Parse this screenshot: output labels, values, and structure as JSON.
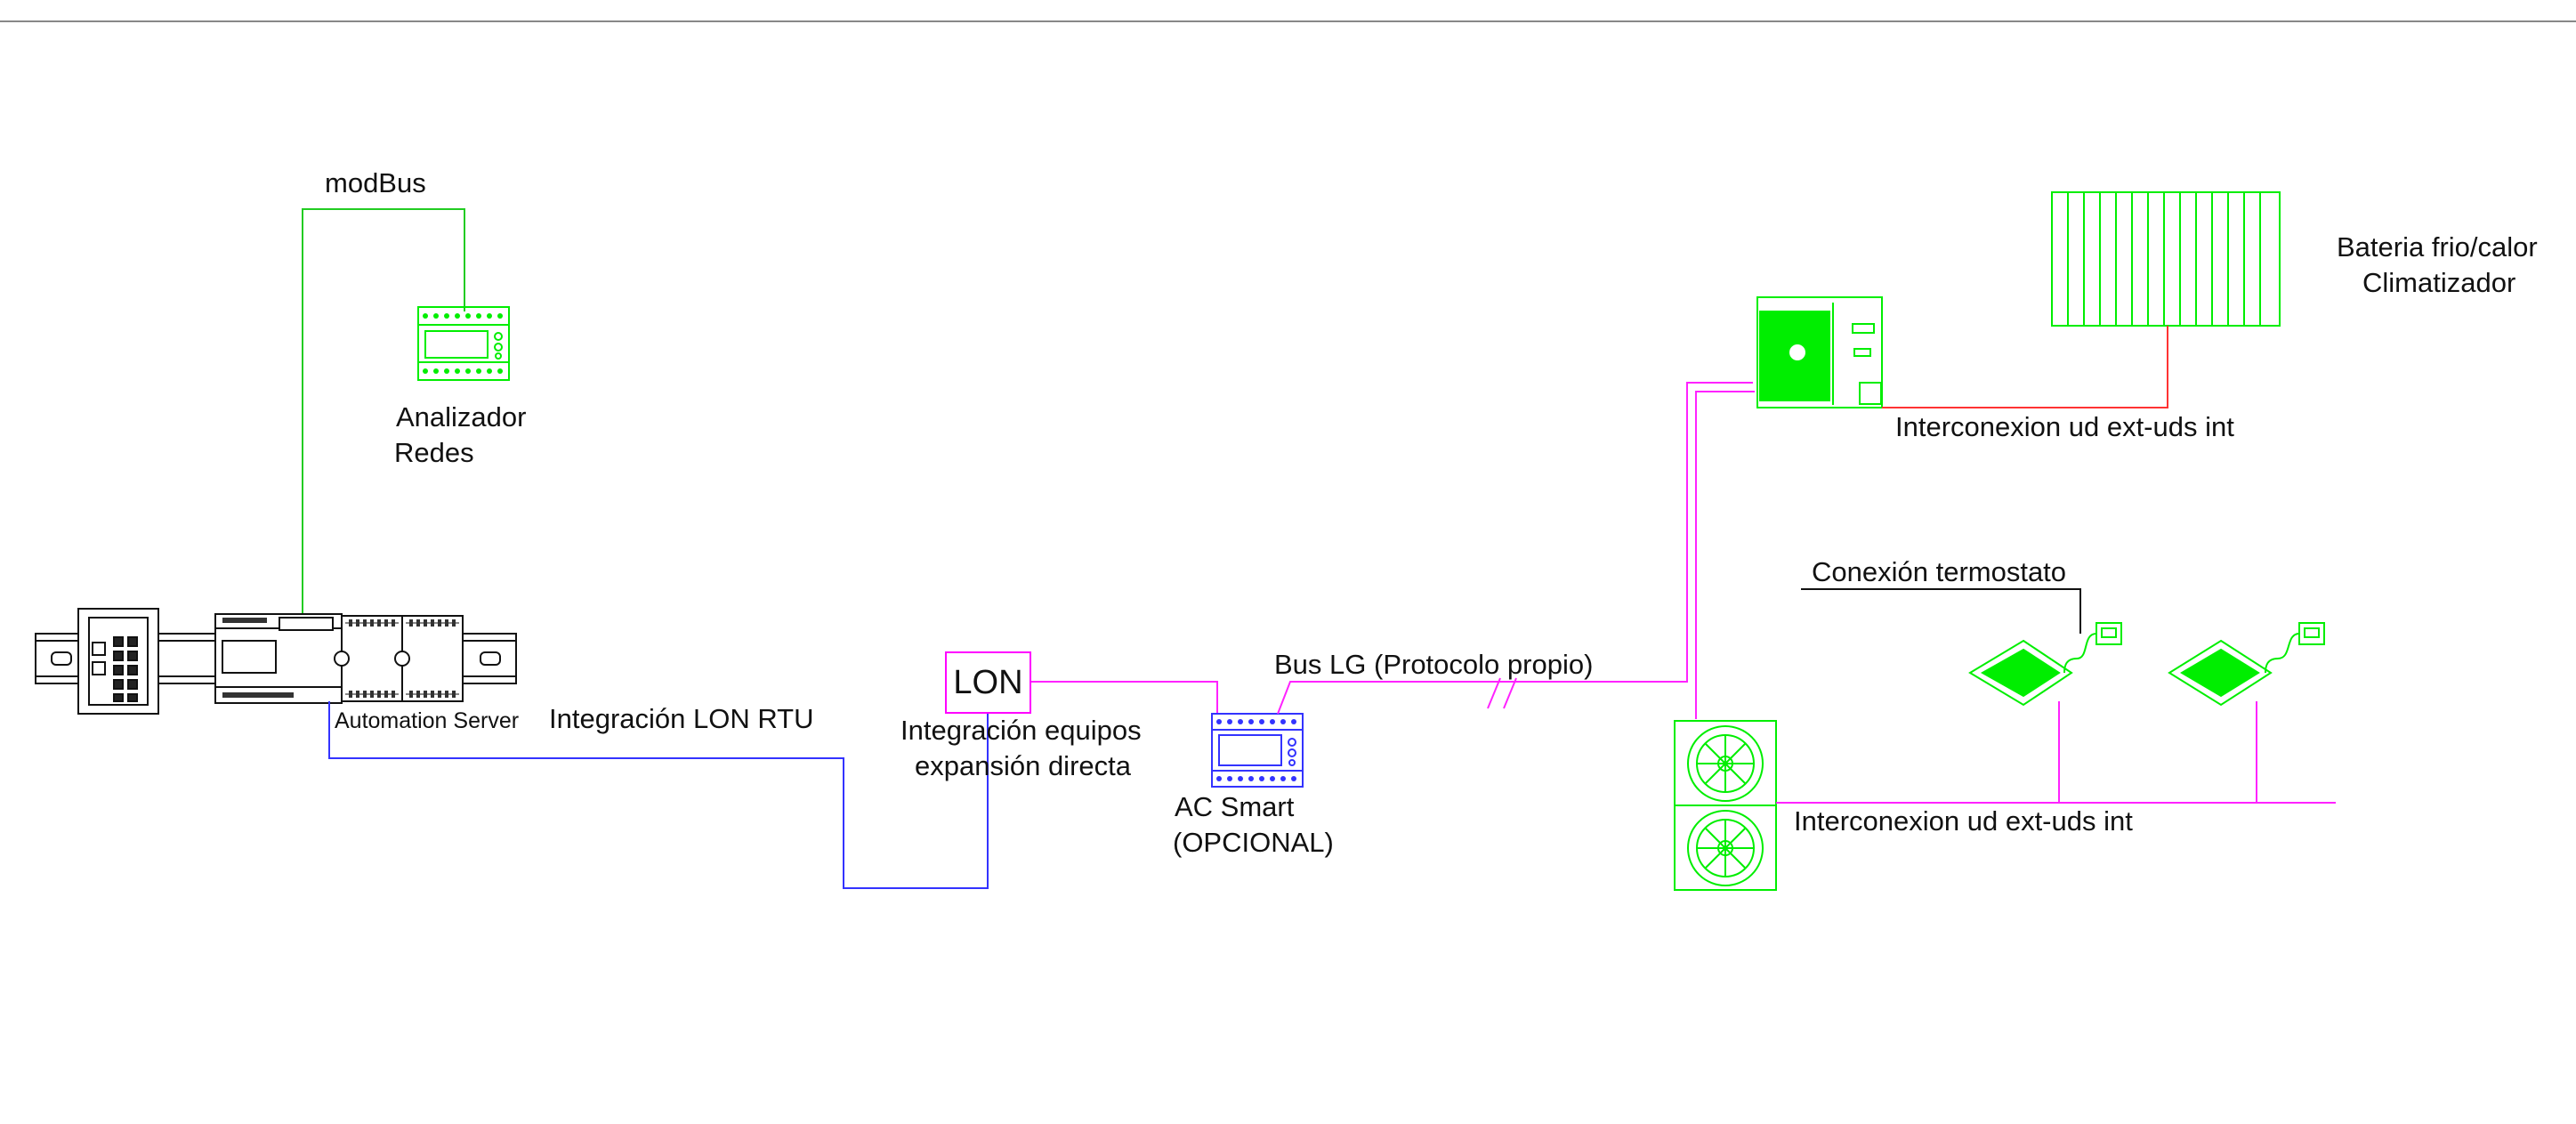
{
  "labels": {
    "modbus": "modBus",
    "analizador_line1": "Analizador",
    "analizador_line2": "Redes",
    "automation_server": "Automation Server",
    "integracion_lon_rtu": "Integración LON RTU",
    "lon": "LON",
    "integracion_equipos_line1": "Integración equipos",
    "integracion_equipos_line2": "expansión directa",
    "ac_smart_line1": "AC Smart",
    "ac_smart_line2": "(OPCIONAL)",
    "bus_lg": "Bus LG (Protocolo propio)",
    "bateria_line1": "Bateria frio/calor",
    "bateria_line2": "Climatizador",
    "interconexion_top": "Interconexion ud ext-uds int",
    "conexion_termostato": "Conexión termostato",
    "interconexion_bottom": "Interconexion ud ext-uds int"
  },
  "colors": {
    "modbus_line": "#22cc22",
    "lon_rtu_line": "#3333ff",
    "lg_bus_line": "#ff22ff",
    "refrigerant_line": "#ff3333",
    "equipment": "#00ee00",
    "ac_smart": "#3333ff",
    "hardware": "#111111"
  },
  "icons": {
    "network_switch": "switch-icon",
    "automation_server": "controller-icon",
    "analyzer": "meter-icon",
    "ac_smart": "touch-controller-icon",
    "outdoor_unit": "outdoor-unit-icon",
    "coil": "coil-icon",
    "cassette": "cassette-icon",
    "thermostat": "thermostat-icon",
    "fan_unit": "fan-unit-icon"
  }
}
